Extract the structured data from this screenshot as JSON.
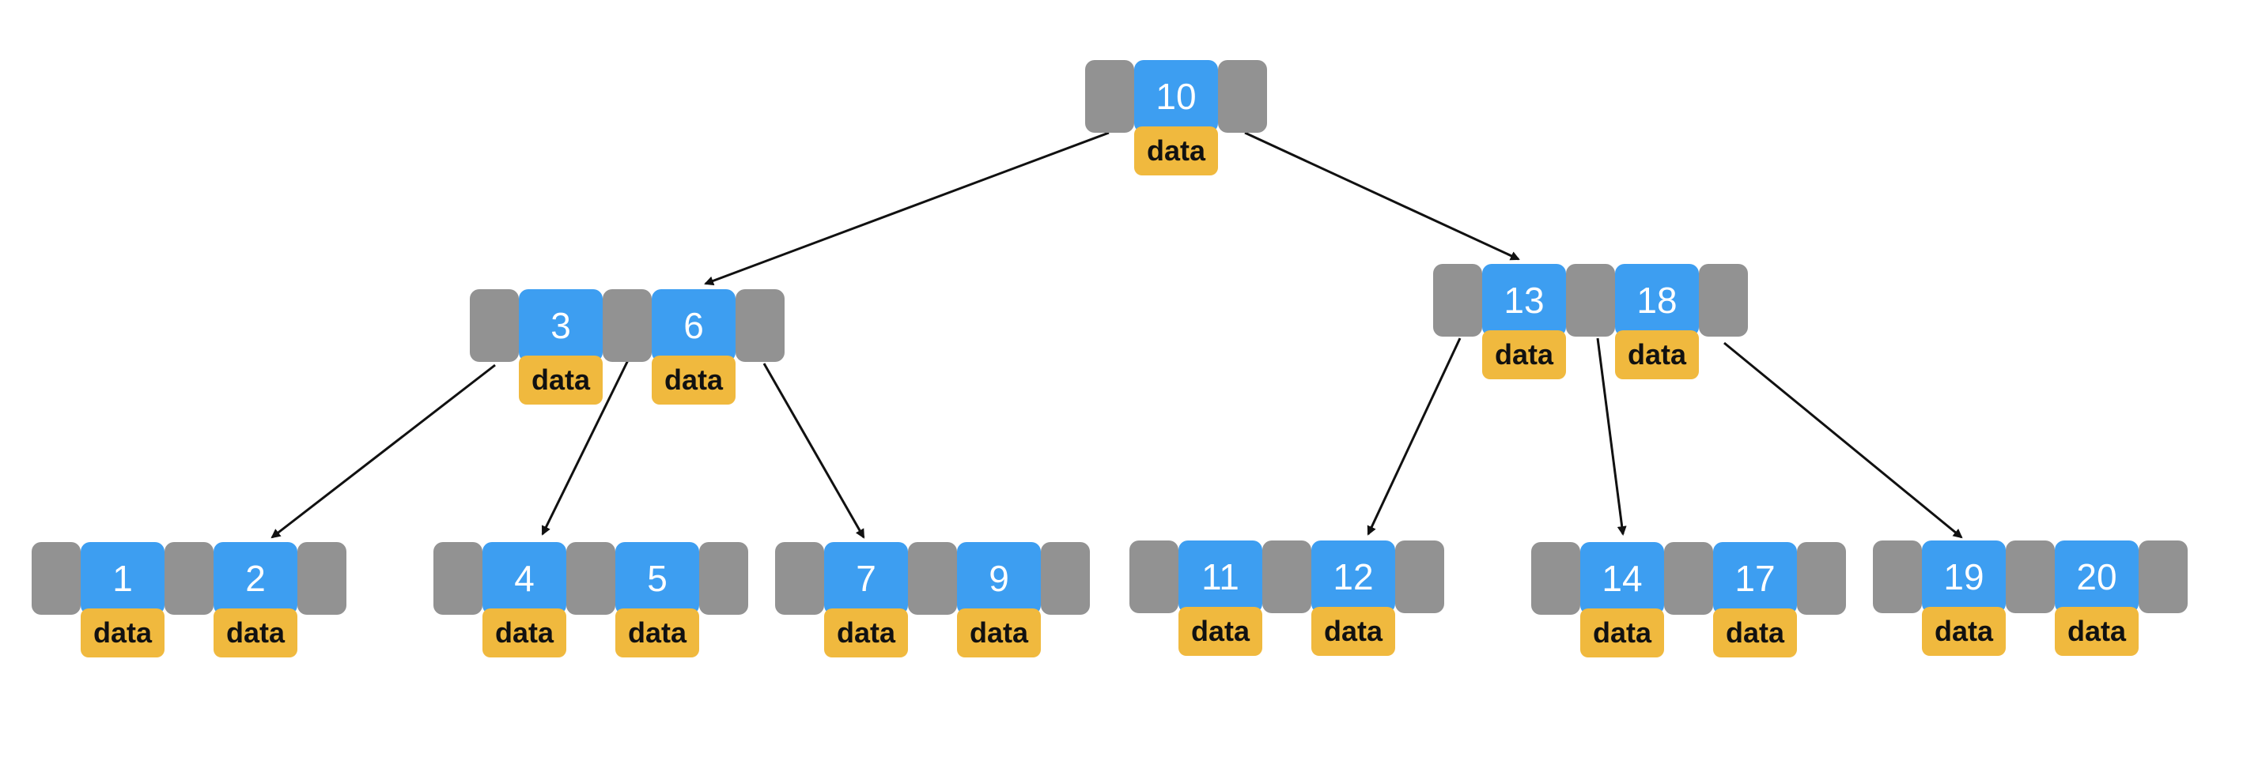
{
  "diagram": {
    "root": {
      "keys": [
        "10"
      ],
      "data_labels": [
        "data"
      ]
    },
    "internal_nodes": [
      {
        "keys": [
          "3",
          "6"
        ],
        "data_labels": [
          "data",
          "data"
        ]
      },
      {
        "keys": [
          "13",
          "18"
        ],
        "data_labels": [
          "data",
          "data"
        ]
      }
    ],
    "leaf_nodes": [
      {
        "keys": [
          "1",
          "2"
        ],
        "data_labels": [
          "data",
          "data"
        ]
      },
      {
        "keys": [
          "4",
          "5"
        ],
        "data_labels": [
          "data",
          "data"
        ]
      },
      {
        "keys": [
          "7",
          "9"
        ],
        "data_labels": [
          "data",
          "data"
        ]
      },
      {
        "keys": [
          "11",
          "12"
        ],
        "data_labels": [
          "data",
          "data"
        ]
      },
      {
        "keys": [
          "14",
          "17"
        ],
        "data_labels": [
          "data",
          "data"
        ]
      },
      {
        "keys": [
          "19",
          "20"
        ],
        "data_labels": [
          "data",
          "data"
        ]
      }
    ],
    "colors": {
      "pointer": "#929292",
      "key": "#3d9ef1",
      "data": "#f0b93e",
      "arrow": "#111111"
    }
  }
}
